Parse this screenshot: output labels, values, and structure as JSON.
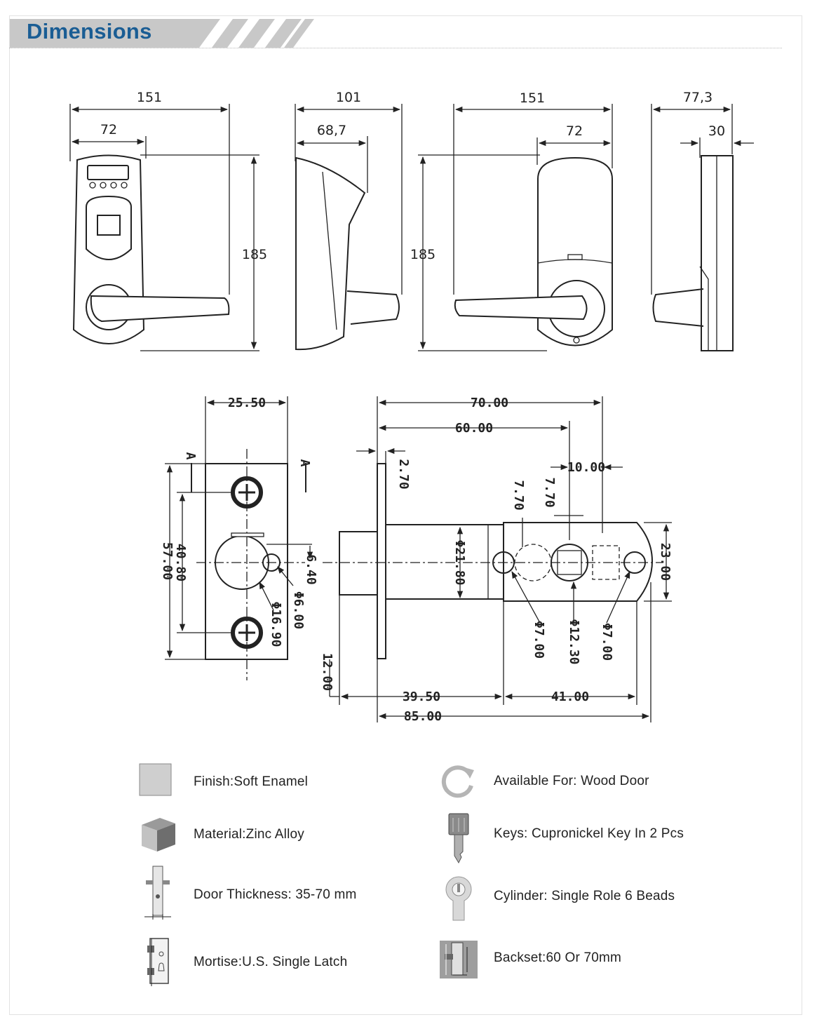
{
  "header": {
    "title": "Dimensions",
    "accent_color": "#1a5d94",
    "bar_color": "#c8c8c8"
  },
  "top_views": {
    "front": {
      "width": "151",
      "offset": "72",
      "height": "185"
    },
    "side": {
      "width": "101",
      "offset": "68,7"
    },
    "back": {
      "width": "151",
      "offset": "72",
      "height": "185"
    },
    "profile": {
      "width": "77,3",
      "offset": "30"
    }
  },
  "latch_drawing": {
    "faceplate": {
      "width": "25.50",
      "hole_pitch": "40.80",
      "height": "57.00",
      "offset": "6.40",
      "dia_small": "Φ6.00",
      "dia_large": "Φ16.90",
      "section": "A"
    },
    "bolt": {
      "total": "70.00",
      "backset": "60.00",
      "tail": "10.00",
      "flange": "2.70",
      "spacing_a": "7.70",
      "spacing_b": "7.70",
      "dia_bolt": "Φ21.80",
      "end_height": "23.00",
      "hole_a": "Φ7.00",
      "hole_mid": "Φ12.30",
      "hole_b": "Φ7.00",
      "setback": "12.00",
      "len_a": "39.50",
      "len_b": "41.00",
      "overall": "85.00"
    }
  },
  "specs": [
    {
      "icon": "finish-swatch-icon",
      "label": "Finish:Soft Enamel"
    },
    {
      "icon": "zinc-cube-icon",
      "label": "Material:Zinc Alloy"
    },
    {
      "icon": "door-thickness-icon",
      "label": "Door Thickness: 35-70 mm"
    },
    {
      "icon": "mortise-latch-icon",
      "label": "Mortise:U.S. Single Latch"
    },
    {
      "icon": "refresh-icon",
      "label": "Available For: Wood Door"
    },
    {
      "icon": "key-icon",
      "label": "Keys: Cupronickel Key In 2 Pcs"
    },
    {
      "icon": "cylinder-icon",
      "label": "Cylinder: Single Role 6 Beads"
    },
    {
      "icon": "backset-icon",
      "label": "Backset:60 Or 70mm"
    }
  ]
}
